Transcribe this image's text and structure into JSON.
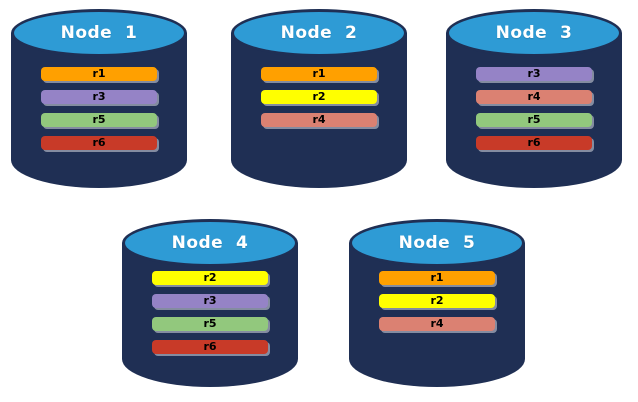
{
  "diagram": {
    "description": "Five database nodes with replica distribution",
    "colors": {
      "background": "#FFFFFF",
      "cylinder_body": "#1F2F54",
      "cylinder_top": "#2E9BD5",
      "title_text": "#FFFFFF",
      "bar_text": "#000000"
    },
    "replica_colors": {
      "r1": "#FFA000",
      "r2": "#FFFF00",
      "r3": "#9583C6",
      "r4": "#DB8172",
      "r5": "#92C87D",
      "r6": "#C83A28"
    },
    "nodes": [
      {
        "label": "Node  1",
        "replicas": [
          {
            "label": "r1",
            "color": "#FFA000"
          },
          {
            "label": "r3",
            "color": "#9583C6"
          },
          {
            "label": "r5",
            "color": "#92C87D"
          },
          {
            "label": "r6",
            "color": "#C83A28"
          }
        ]
      },
      {
        "label": "Node  2",
        "replicas": [
          {
            "label": "r1",
            "color": "#FFA000"
          },
          {
            "label": "r2",
            "color": "#FFFF00"
          },
          {
            "label": "r4",
            "color": "#DB8172"
          }
        ]
      },
      {
        "label": "Node  3",
        "replicas": [
          {
            "label": "r3",
            "color": "#9583C6"
          },
          {
            "label": "r4",
            "color": "#DB8172"
          },
          {
            "label": "r5",
            "color": "#92C87D"
          },
          {
            "label": "r6",
            "color": "#C83A28"
          }
        ]
      },
      {
        "label": "Node  4",
        "replicas": [
          {
            "label": "r2",
            "color": "#FFFF00"
          },
          {
            "label": "r3",
            "color": "#9583C6"
          },
          {
            "label": "r5",
            "color": "#92C87D"
          },
          {
            "label": "r6",
            "color": "#C83A28"
          }
        ]
      },
      {
        "label": "Node  5",
        "replicas": [
          {
            "label": "r1",
            "color": "#FFA000"
          },
          {
            "label": "r2",
            "color": "#FFFF00"
          },
          {
            "label": "r4",
            "color": "#DB8172"
          }
        ]
      }
    ]
  }
}
